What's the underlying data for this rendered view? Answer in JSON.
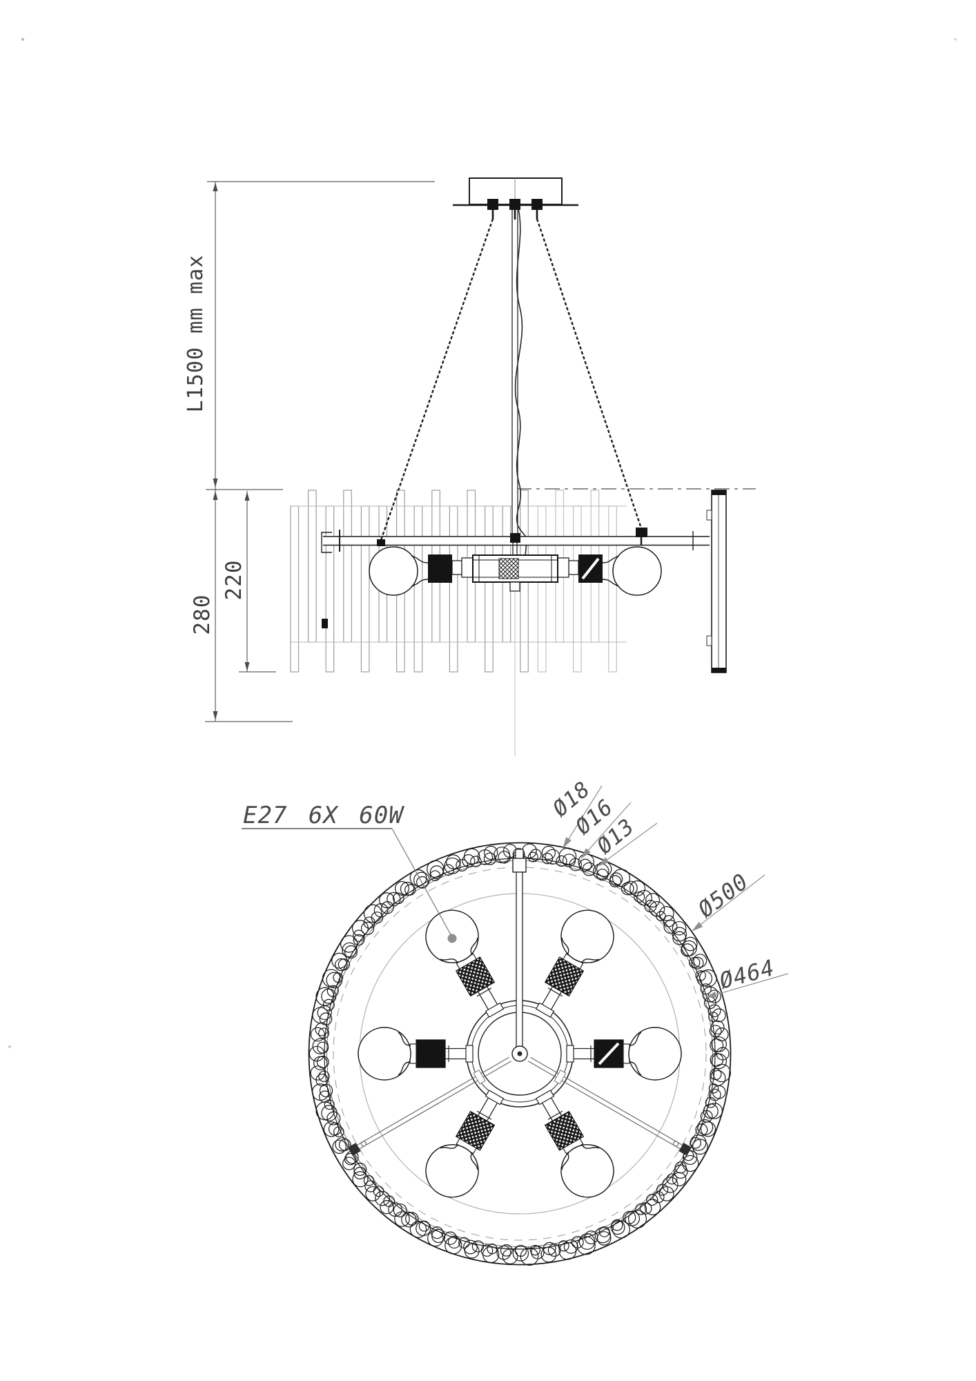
{
  "drawing": {
    "side_view": {
      "suspension_length_dim": "L1500 mm max",
      "total_height_dim": "280",
      "shade_height_dim": "220"
    },
    "plan_view": {
      "socket_spec": "E27 6X 60W",
      "bead_dia_large": "Ø18",
      "bead_dia_medium": "Ø16",
      "bead_dia_small": "Ø13",
      "outer_dia": "Ø500",
      "inner_dia": "Ø464"
    }
  }
}
